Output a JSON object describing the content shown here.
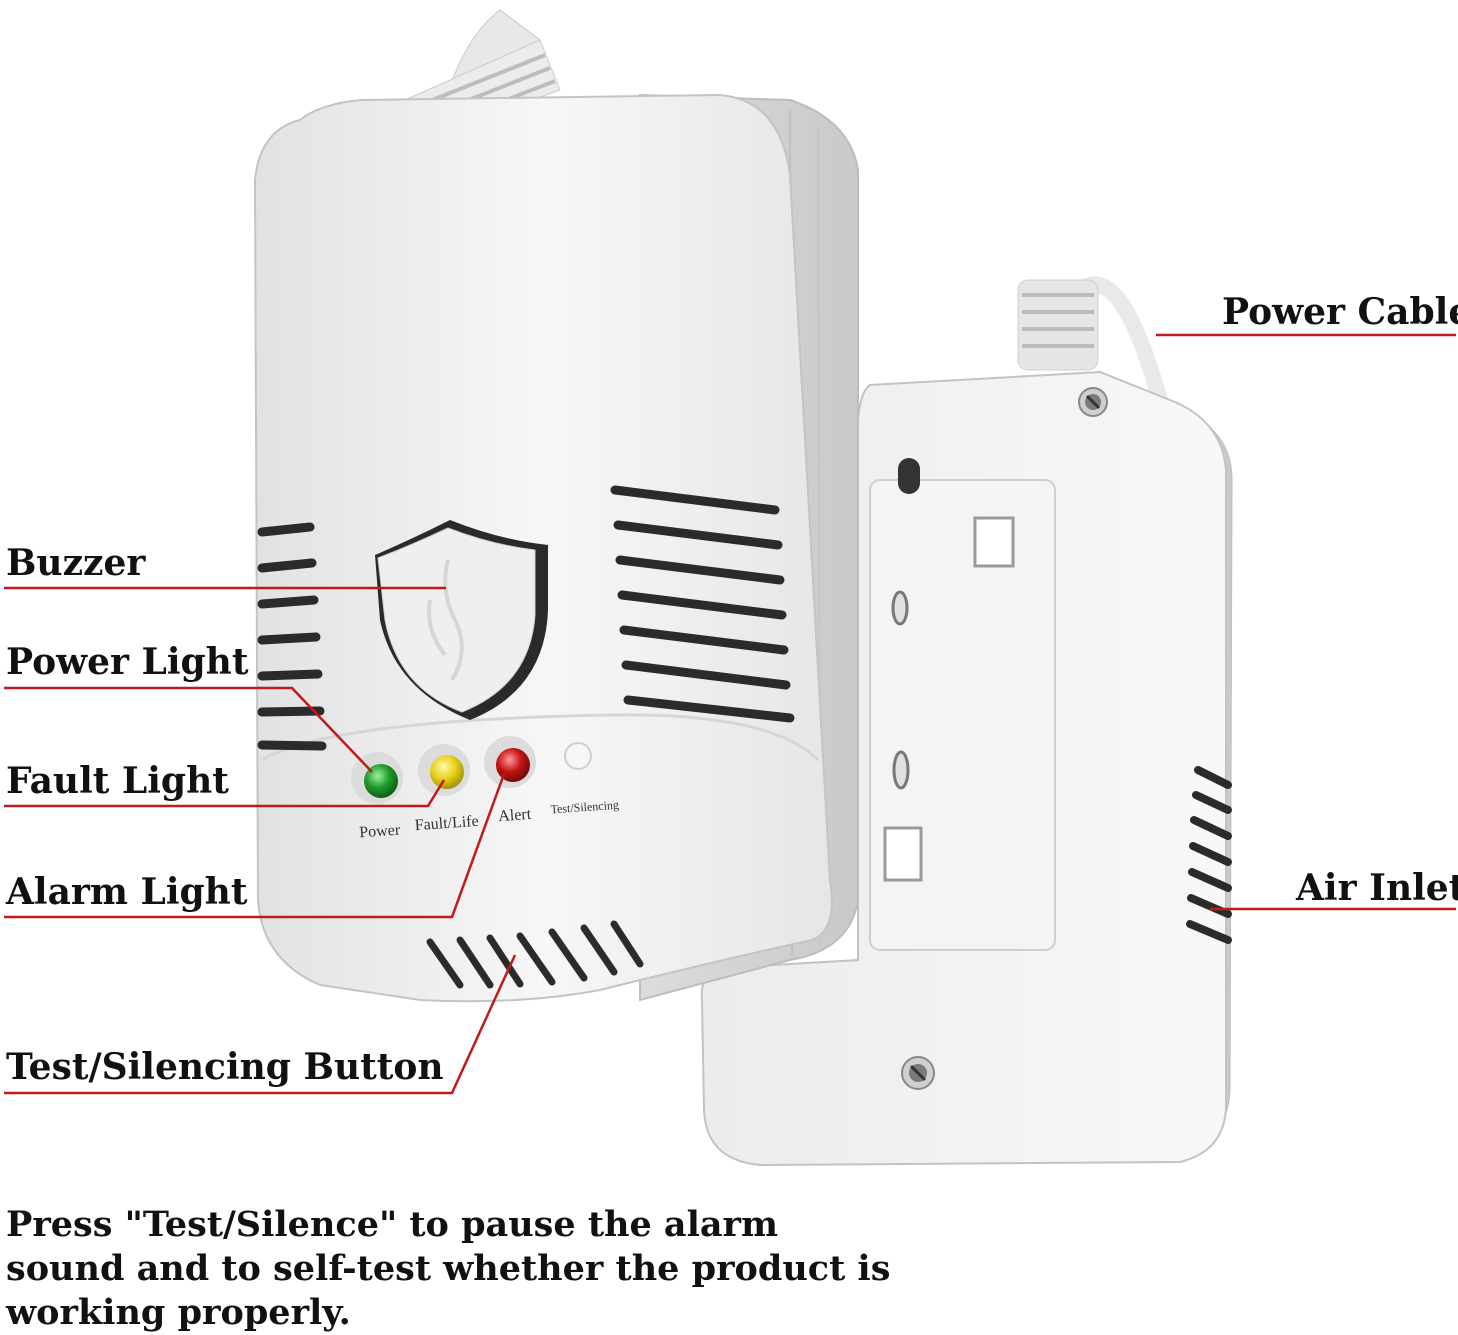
{
  "callouts": {
    "buzzer": "Buzzer",
    "power_light": "Power Light",
    "fault_light": "Fault Light",
    "alarm_light": "Alarm Light",
    "test_button": "Test/Silencing Button",
    "power_cable": "Power Cable",
    "air_inlet": "Air Inlet"
  },
  "device_labels": {
    "power": "Power",
    "fault_life": "Fault/Life",
    "alert": "Alert",
    "test_silencing": "Test/Silencing"
  },
  "caption": "Press \"Test/Silence\" to pause the alarm sound and to self-test whether the product is working properly.",
  "colors": {
    "leader_line": "#c01a1a",
    "led_power": "#1f9a2a",
    "led_fault": "#e8d21a",
    "led_alert": "#c41414",
    "body": "#eeeeee"
  }
}
